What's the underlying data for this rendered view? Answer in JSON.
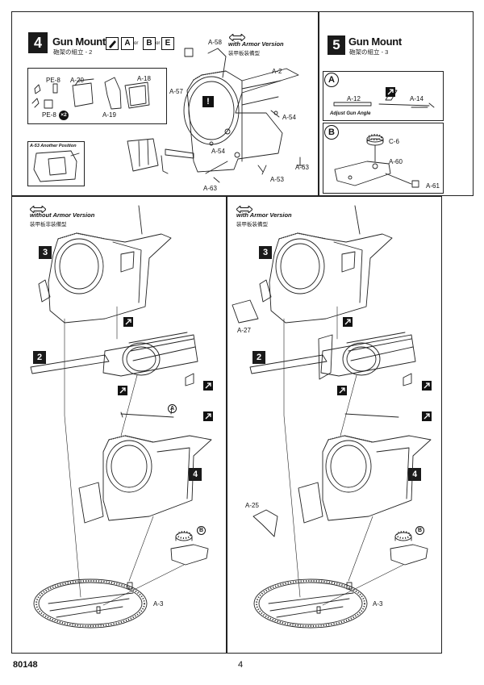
{
  "step4": {
    "number": "4",
    "title": "Gun Mount",
    "title_jp": "砲架の組立 - 2",
    "colors": [
      "A",
      "B",
      "E"
    ],
    "or_label": "or",
    "version_label": "with Armor Version",
    "version_jp": "装甲板装備型",
    "parts": [
      "A-58",
      "A-2",
      "A-57",
      "A-54",
      "A-54",
      "A-63",
      "A-53",
      "A-63"
    ],
    "inset_parts": [
      "PE-8",
      "A-20",
      "A-18",
      "A-19",
      "PE-8"
    ],
    "inset_multiplier": "×2",
    "another_position": "A-53 Another Position"
  },
  "step5": {
    "number": "5",
    "title": "Gun Mount",
    "title_jp": "砲架の組立 - 3",
    "sub_a": {
      "letter": "A",
      "parts": [
        "A-12",
        "A-14"
      ],
      "note": "Adjust Gun Angle"
    },
    "sub_b": {
      "letter": "B",
      "parts": [
        "C-6",
        "A-60",
        "A-61"
      ]
    }
  },
  "left_panel": {
    "version_label": "without Armor Version",
    "version_jp": "装甲板非装備型",
    "subs": [
      "3",
      "2",
      "4"
    ],
    "callouts": [
      "A",
      "B"
    ],
    "base_label": "A-3"
  },
  "right_panel": {
    "version_label": "with Armor Version",
    "version_jp": "装甲板装備型",
    "subs": [
      "3",
      "2",
      "4"
    ],
    "callouts": [
      "B"
    ],
    "parts": [
      "A-27",
      "A-25",
      "A-3"
    ]
  },
  "footer": {
    "code": "80148",
    "page": "4"
  }
}
